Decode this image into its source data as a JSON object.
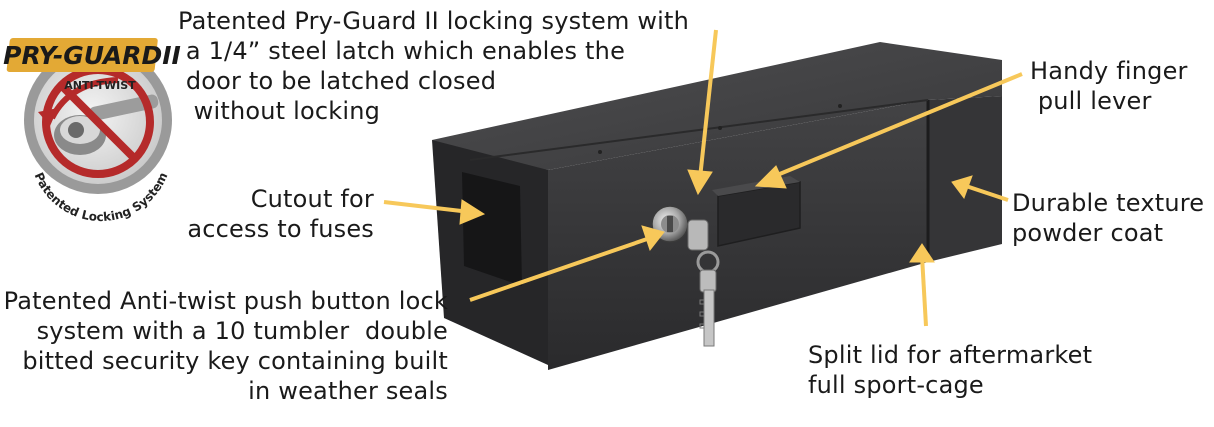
{
  "logo": {
    "title": "PRY-GUARDII",
    "badge": "ANTI-TWIST",
    "tagline": "Patented Locking System"
  },
  "callouts": {
    "pry_guard": "Patented Pry-Guard II locking system with\n a 1/4” steel latch which enables the\n door to be latched closed\n  without locking",
    "finger_pull": "Handy finger\n pull lever",
    "cutout": "Cutout for\naccess to fuses",
    "texture": "Durable texture\npowder coat",
    "anti_twist": "Patented Anti-twist push button lock\nsystem with a 10 tumbler  double\nbitted security key containing built\nin weather seals",
    "split_lid": "Split lid for aftermarket\nfull sport-cage"
  },
  "colors": {
    "arrow": "#f7c85a",
    "box_dark": "#2e2e30",
    "box_mid": "#3c3c3e",
    "logo_ring": "#b52a2a",
    "logo_title_bg": "#e3a935"
  }
}
